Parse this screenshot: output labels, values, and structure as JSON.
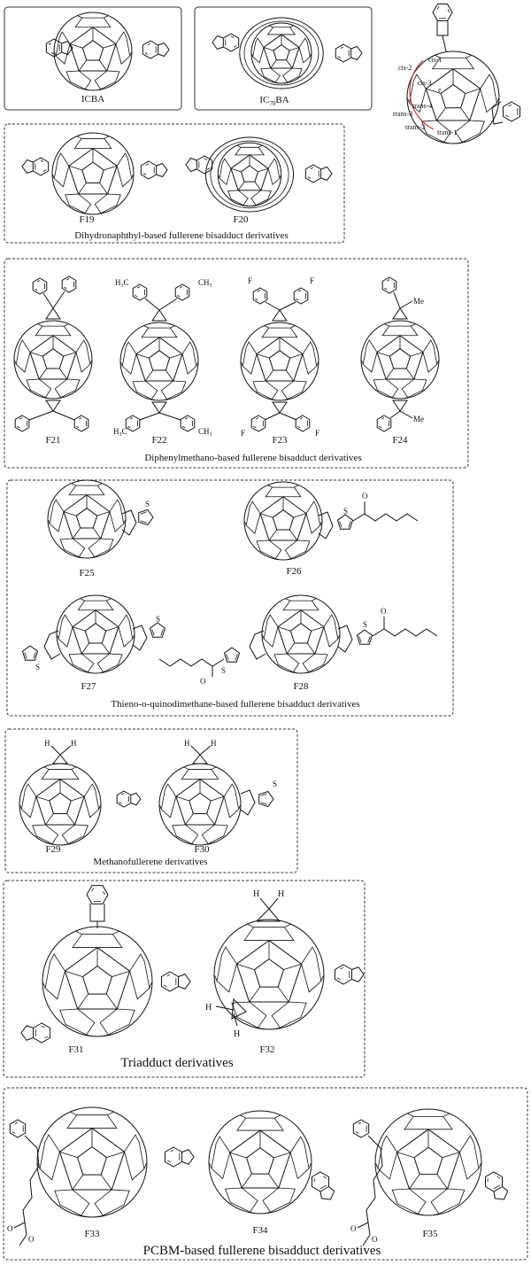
{
  "panels": [
    {
      "id": "icba",
      "caption": ""
    },
    {
      "id": "ic70ba",
      "caption": ""
    },
    {
      "id": "dihydro",
      "caption": "Dihydronaphthyl-based fullerene bisadduct derivatives"
    },
    {
      "id": "diphenyl",
      "caption": "Diphenylmethano-based fullerene bisadduct derivatives"
    },
    {
      "id": "thieno",
      "caption": "Thieno-o-quinodimethane-based fullerene bisadduct derivatives"
    },
    {
      "id": "methano",
      "caption": "Methanofullerene derivatives"
    },
    {
      "id": "triadduct",
      "caption": "Triadduct derivatives"
    },
    {
      "id": "pcbm",
      "caption": "PCBM-based fullerene bisadduct derivatives"
    }
  ],
  "compounds": {
    "icba": "ICBA",
    "ic70ba_main": "IC",
    "ic70ba_sub": "70",
    "ic70ba_tail": "BA",
    "F19": "F19",
    "F20": "F20",
    "F21": "F21",
    "F22": "F22",
    "F23": "F23",
    "F24": "F24",
    "F25": "F25",
    "F26": "F26",
    "F27": "F27",
    "F28": "F28",
    "F29": "F29",
    "F30": "F30",
    "F31": "F31",
    "F32": "F32",
    "F33": "F33",
    "F34": "F34",
    "F35": "F35"
  },
  "isomer_labels": {
    "cis1": "cis-1",
    "cis2": "cis-2",
    "cis3": "cis-3",
    "e": "e",
    "trans4": "trans-4",
    "trans3": "trans-3",
    "trans2": "trans-2",
    "trans1": "trans-1"
  },
  "atoms": {
    "H": "H",
    "Me": "Me",
    "F": "F",
    "S": "S",
    "O": "O",
    "CH3": "CH",
    "H3C": "H",
    "sub3": "3",
    "C": "C"
  }
}
